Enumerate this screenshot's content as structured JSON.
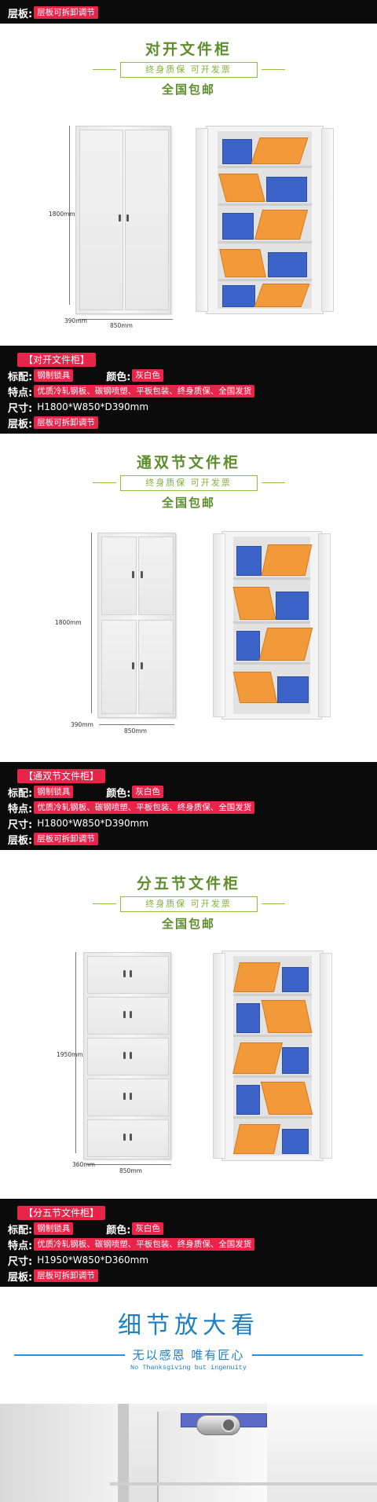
{
  "top_band": {
    "label": "层板:",
    "value": "层板可拆卸调节"
  },
  "sections": [
    {
      "title": "对开文件柜",
      "slogan": "终身质保  可开发票",
      "subtitle": "全国包邮",
      "height_dim": "1800mm",
      "width_dim": "850mm",
      "depth_dim": "390mm",
      "spec": {
        "name": "【对开文件柜】",
        "lock_label": "标配:",
        "lock_value": "钢制锁具",
        "color_label": "颜色:",
        "color_value": "灰白色",
        "feature_label": "特点:",
        "feature_value": "优质冷轧钢板、碳钢喷塑、平板包装、终身质保、全国发货",
        "size_label": "尺寸:",
        "size_value": "H1800*W850*D390mm",
        "shelf_label": "层板:",
        "shelf_value": "层板可拆卸调节"
      }
    },
    {
      "title": "通双节文件柜",
      "slogan": "终身质保  可开发票",
      "subtitle": "全国包邮",
      "height_dim": "1800mm",
      "width_dim": "850mm",
      "depth_dim": "390mm",
      "spec": {
        "name": "【通双节文件柜】",
        "lock_label": "标配:",
        "lock_value": "钢制锁具",
        "color_label": "颜色:",
        "color_value": "灰白色",
        "feature_label": "特点:",
        "feature_value": "优质冷轧钢板、碳钢喷塑、平板包装、终身质保、全国发货",
        "size_label": "尺寸:",
        "size_value": "H1800*W850*D390mm",
        "shelf_label": "层板:",
        "shelf_value": "层板可拆卸调节"
      }
    },
    {
      "title": "分五节文件柜",
      "slogan": "终身质保  可开发票",
      "subtitle": "全国包邮",
      "height_dim": "1950mm",
      "width_dim": "850mm",
      "depth_dim": "360mm",
      "spec": {
        "name": "【分五节文件柜】",
        "lock_label": "标配:",
        "lock_value": "钢制锁具",
        "color_label": "颜色:",
        "color_value": "灰白色",
        "feature_label": "特点:",
        "feature_value": "优质冷轧钢板、碳钢喷塑、平板包装、终身质保、全国发货",
        "size_label": "尺寸:",
        "size_value": "H1950*W850*D360mm",
        "shelf_label": "层板:",
        "shelf_value": "层板可拆卸调节"
      }
    }
  ],
  "detail": {
    "title": "细节放大看",
    "subtitle": "无以感恩  唯有匠心",
    "english": "No Thanksgiving but ingenuity"
  },
  "colors": {
    "accent_red": "#e8244a",
    "green": "#5d8e2c",
    "blue": "#1d7fc4",
    "binder_orange": "#f29a3a",
    "box_blue": "#3c64c8"
  }
}
